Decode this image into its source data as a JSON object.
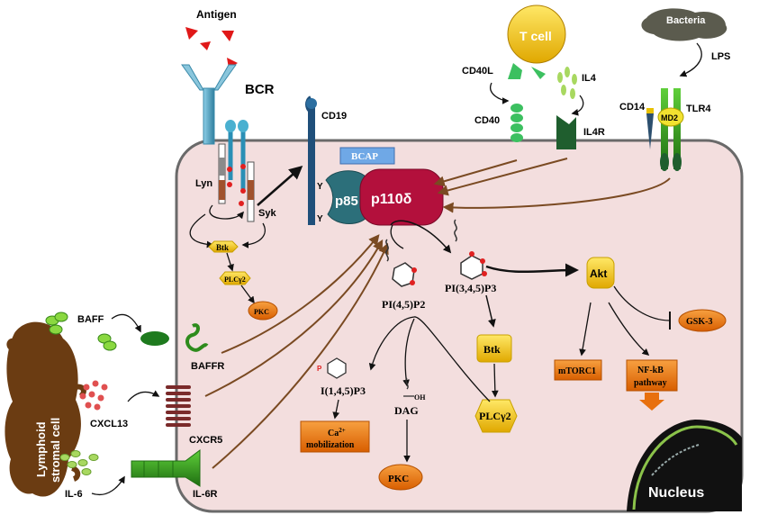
{
  "labels": {
    "antigen": "Antigen",
    "bcr": "BCR",
    "cd19": "CD19",
    "y1": "Y",
    "y2": "Y",
    "lyn": "Lyn",
    "syk": "Syk",
    "btk_small": "Btk",
    "plcg2_small": "PLCγ2",
    "pkc_small": "PKC",
    "t_cell": "T cell",
    "cd40l": "CD40L",
    "cd40": "CD40",
    "il4": "IL4",
    "il4r": "IL4R",
    "bacteria": "Bacteria",
    "lps": "LPS",
    "cd14": "CD14",
    "tlr4": "TLR4",
    "md2": "MD2",
    "bcap": "BCAP",
    "p85": "p85",
    "p110": "p110δ",
    "pi45p2": "PI(4,5)P2",
    "pi345p3": "PI(3,4,5)P3",
    "akt": "Akt",
    "gsk3": "GSK-3",
    "mtorc1": "mTORC1",
    "nfkb_line1": "NF-kB",
    "nfkb_line2": "pathway",
    "btk_big": "Btk",
    "plcg2_big": "PLCγ2",
    "ip3": "I(1,4,5)P3",
    "p_mark": "P",
    "oh_mark": "OH",
    "dag": "DAG",
    "ca_line1": "Ca",
    "ca_sup": "2+",
    "ca_line2": "mobilization",
    "pkc_big": "PKC",
    "nucleus": "Nucleus",
    "baff": "BAFF",
    "baffr": "BAFFR",
    "cxcl13": "CXCL13",
    "cxcr5": "CXCR5",
    "il6": "IL-6",
    "il6r": "IL-6R",
    "stromal_line1": "Lymphoid",
    "stromal_line2": "stromal cell"
  },
  "colors": {
    "cell_fill": "#f3dede",
    "cell_border": "#6a6a6a",
    "p110": "#b3103c",
    "p85": "#2c6f7a",
    "bcap": "#6fa8e6",
    "akt": "#f0d000",
    "orange_node": "#e8700e",
    "tcell": "#e1b000",
    "brown_arrow": "#7a4a22",
    "stromal": "#6b3c12",
    "green": "#2e8b1c",
    "red_dot": "#e02020"
  }
}
